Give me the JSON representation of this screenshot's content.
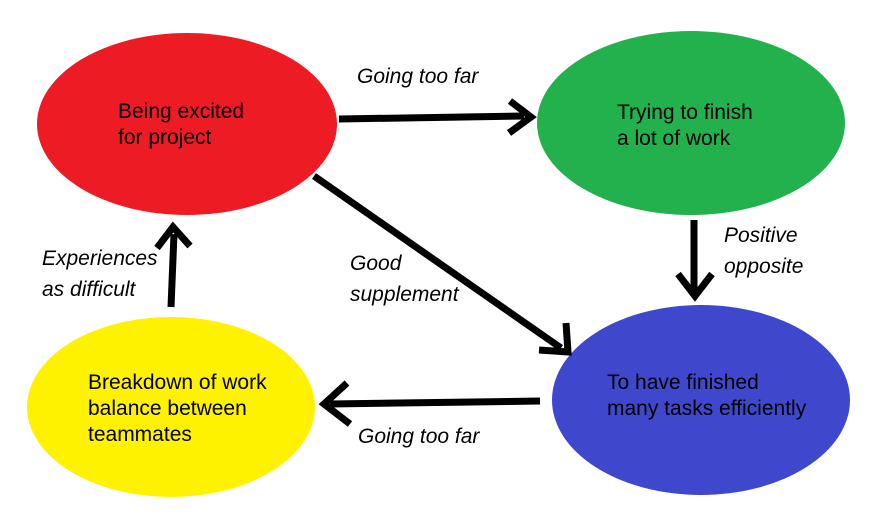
{
  "diagram": {
    "background": "#ffffff",
    "arrow_color": "#000000",
    "text_color": "#000000"
  },
  "nodes": [
    {
      "id": "being-excited",
      "label": "Being excited\nfor project",
      "color": "#ED1C24"
    },
    {
      "id": "trying-to-finish",
      "label": "Trying to finish\na lot of work",
      "color": "#22B14C"
    },
    {
      "id": "finished-tasks",
      "label": "To have finished\nmany tasks efficiently",
      "color": "#3F48CC"
    },
    {
      "id": "work-breakdown",
      "label": "Breakdown of work\nbalance between\nteammates",
      "color": "#FFF200"
    }
  ],
  "edges": [
    {
      "from": "being-excited",
      "to": "trying-to-finish",
      "label": "Going too far"
    },
    {
      "from": "trying-to-finish",
      "to": "finished-tasks",
      "label": "Positive\nopposite"
    },
    {
      "from": "being-excited",
      "to": "finished-tasks",
      "label": "Good\nsupplement"
    },
    {
      "from": "finished-tasks",
      "to": "work-breakdown",
      "label": "Going too far"
    },
    {
      "from": "work-breakdown",
      "to": "being-excited",
      "label": "Experiences\nas difficult"
    }
  ]
}
